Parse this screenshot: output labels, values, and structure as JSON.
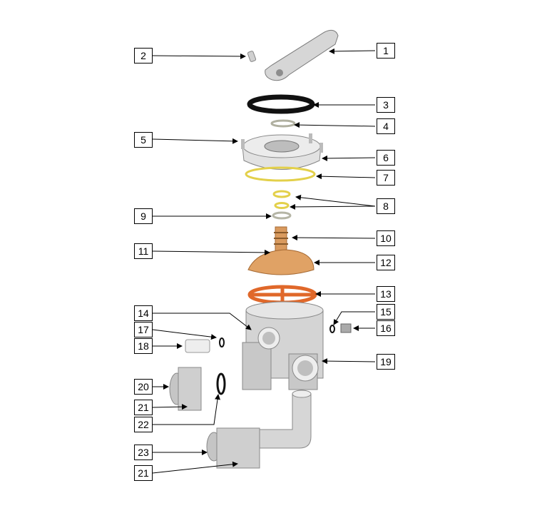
{
  "colors": {
    "part_gray": "#cfcfcf",
    "part_gray_dark": "#9a9a9a",
    "gasket_black": "#111111",
    "oring_yellow": "#e3d04a",
    "rotor_orange": "#d99a5e",
    "handwheel_orange": "#e0682a",
    "leader_line": "#000000"
  },
  "callouts": [
    {
      "id": "c1",
      "label": "1"
    },
    {
      "id": "c2",
      "label": "2"
    },
    {
      "id": "c3",
      "label": "3"
    },
    {
      "id": "c4",
      "label": "4"
    },
    {
      "id": "c5",
      "label": "5"
    },
    {
      "id": "c6",
      "label": "6"
    },
    {
      "id": "c7",
      "label": "7"
    },
    {
      "id": "c8",
      "label": "8"
    },
    {
      "id": "c9",
      "label": "9"
    },
    {
      "id": "c10",
      "label": "10"
    },
    {
      "id": "c11",
      "label": "11"
    },
    {
      "id": "c12",
      "label": "12"
    },
    {
      "id": "c13",
      "label": "13"
    },
    {
      "id": "c14",
      "label": "14"
    },
    {
      "id": "c15",
      "label": "15"
    },
    {
      "id": "c16",
      "label": "16"
    },
    {
      "id": "c17",
      "label": "17"
    },
    {
      "id": "c18",
      "label": "18"
    },
    {
      "id": "c19",
      "label": "19"
    },
    {
      "id": "c20",
      "label": "20"
    },
    {
      "id": "c21a",
      "label": "21"
    },
    {
      "id": "c22",
      "label": "22"
    },
    {
      "id": "c23",
      "label": "23"
    },
    {
      "id": "c21b",
      "label": "21"
    }
  ]
}
